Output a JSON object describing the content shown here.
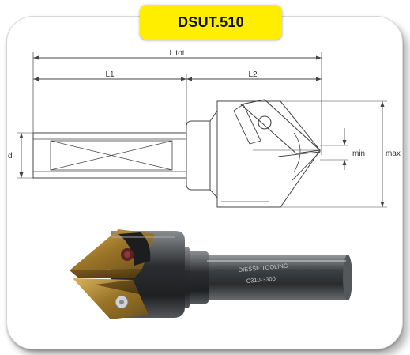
{
  "product_code": "DSUT.510",
  "dimensions": {
    "total_length": "L tot",
    "shank_length": "L1",
    "head_length": "L2",
    "shank_diameter": "d",
    "min_diameter": "min",
    "max_diameter": "max"
  },
  "engraving": {
    "brand": "DIESSE TOOLING",
    "code": "C310-3300"
  },
  "colors": {
    "badge": "#ffee00",
    "line": "#444444",
    "insert_gold": "#b8903a",
    "steel": "#3a3d40"
  }
}
